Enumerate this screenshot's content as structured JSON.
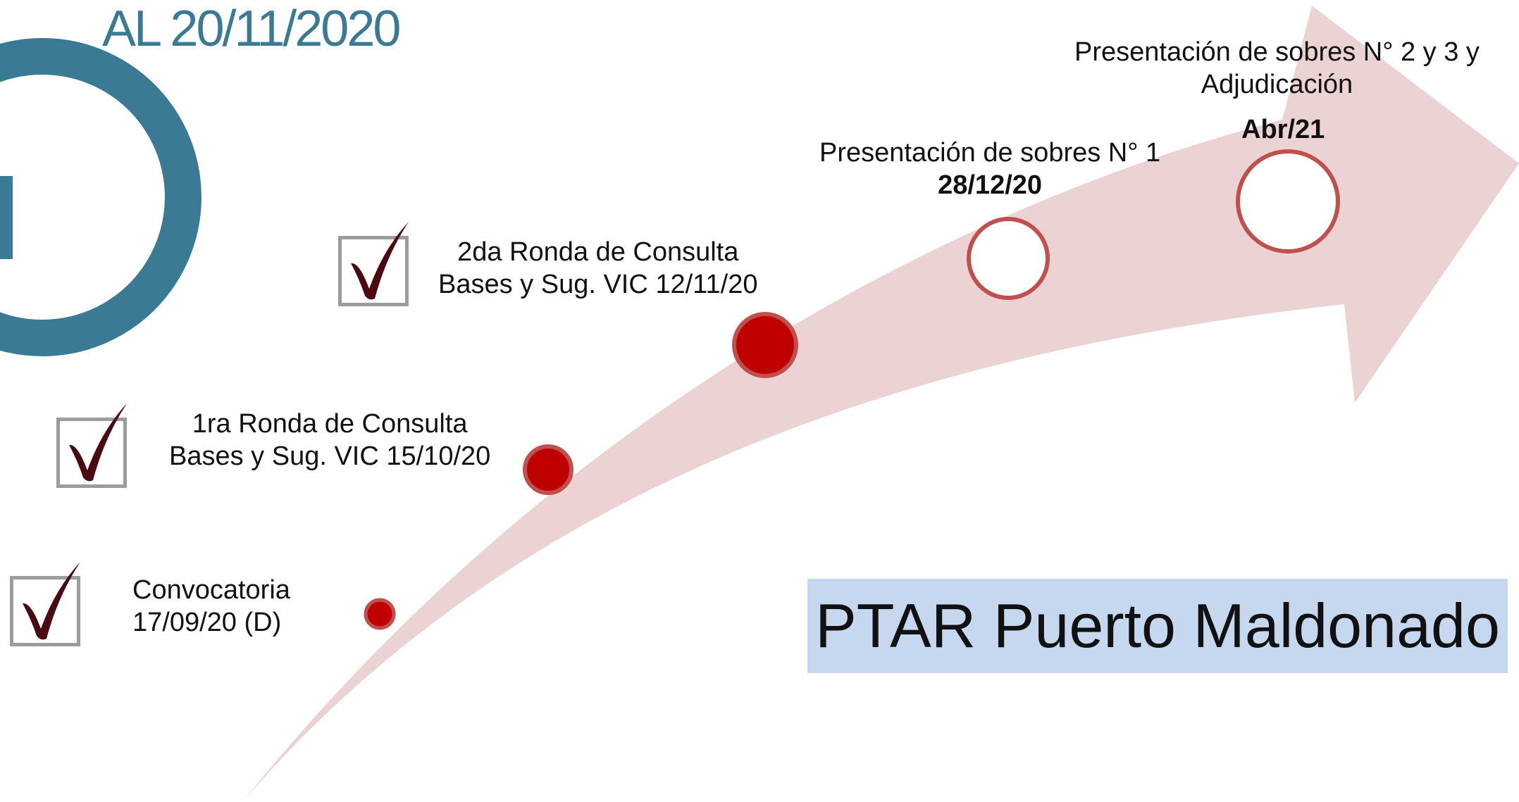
{
  "header": {
    "title": "AL 20/11/2020"
  },
  "colors": {
    "arrow_fill": "#ecd3d3",
    "done_dot": "#c00000",
    "dot_border": "#c0504d",
    "pending_dot": "#ffffff",
    "logo": "#3b7a94",
    "banner_bg": "#c5d8ef",
    "checkmark": "#4a0a10"
  },
  "milestones": [
    {
      "id": "convocatoria",
      "status": "done",
      "checked": true,
      "lines": [
        "Convocatoria",
        "17/09/20 (D)"
      ]
    },
    {
      "id": "ronda-1",
      "status": "done",
      "checked": true,
      "lines": [
        "1ra Ronda de Consulta",
        "Bases y Sug. VIC 15/10/20"
      ]
    },
    {
      "id": "ronda-2",
      "status": "done",
      "checked": true,
      "lines": [
        "2da Ronda de Consulta",
        "Bases y Sug. VIC 12/11/20"
      ]
    },
    {
      "id": "sobres-1",
      "status": "pending",
      "checked": false,
      "lines": [
        "Presentación de sobres N° 1"
      ],
      "date": "28/12/20"
    },
    {
      "id": "sobres-2-3",
      "status": "pending",
      "checked": false,
      "lines": [
        "Presentación de sobres N° 2 y 3 y",
        "Adjudicación"
      ],
      "date": "Abr/21"
    }
  ],
  "banner": {
    "text": "PTAR Puerto Maldonado"
  },
  "icons": {
    "checkbox": "checkmark-icon",
    "logo": "partial-logo-icon"
  }
}
